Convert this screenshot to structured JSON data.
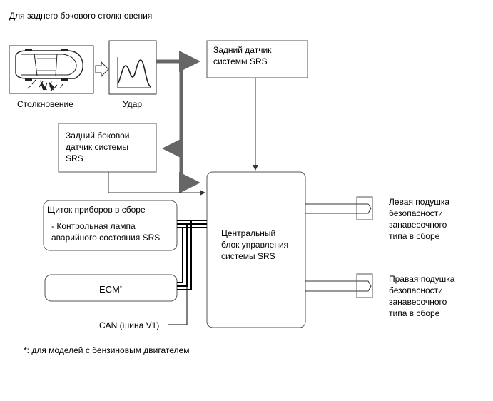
{
  "header": {
    "title": "Для заднего бокового столкновения"
  },
  "icons": {
    "collision": "car-collision-icon",
    "impact": "impact-graph-icon",
    "hollow_arrow": "hollow-arrow-icon"
  },
  "nodes": {
    "collision_label": "Столкновение",
    "impact_label": "Удар",
    "rear_sensor": {
      "line1": "Задний датчик",
      "line2": "системы SRS"
    },
    "rear_side_sensor": {
      "line1": "Задний боковой",
      "line2": "датчик системы",
      "line3": "SRS"
    },
    "combination_meter": {
      "title": "Щиток приборов в сборе",
      "line1": "- Контрольная лампа",
      "line2": "аварийного состояния SRS"
    },
    "ecm": {
      "label": "ECM",
      "sup": "*"
    },
    "center_unit": {
      "line1": "Центральный",
      "line2": "блок управления",
      "line3": "системы SRS"
    },
    "left_airbag": {
      "line1": "Левая подушка",
      "line2": "безопасности",
      "line3": "занавесочного",
      "line4": "типа в сборе"
    },
    "right_airbag": {
      "line1": "Правая подушка",
      "line2": "безопасности",
      "line3": "занавесочного",
      "line4": "типа в сборе"
    },
    "can_bus": "CAN (шина V1)"
  },
  "footnote": "*: для моделей с бензиновым двигателем",
  "colors": {
    "thick_arrow": "#666666",
    "box_border": "#555555",
    "line": "#333333"
  }
}
